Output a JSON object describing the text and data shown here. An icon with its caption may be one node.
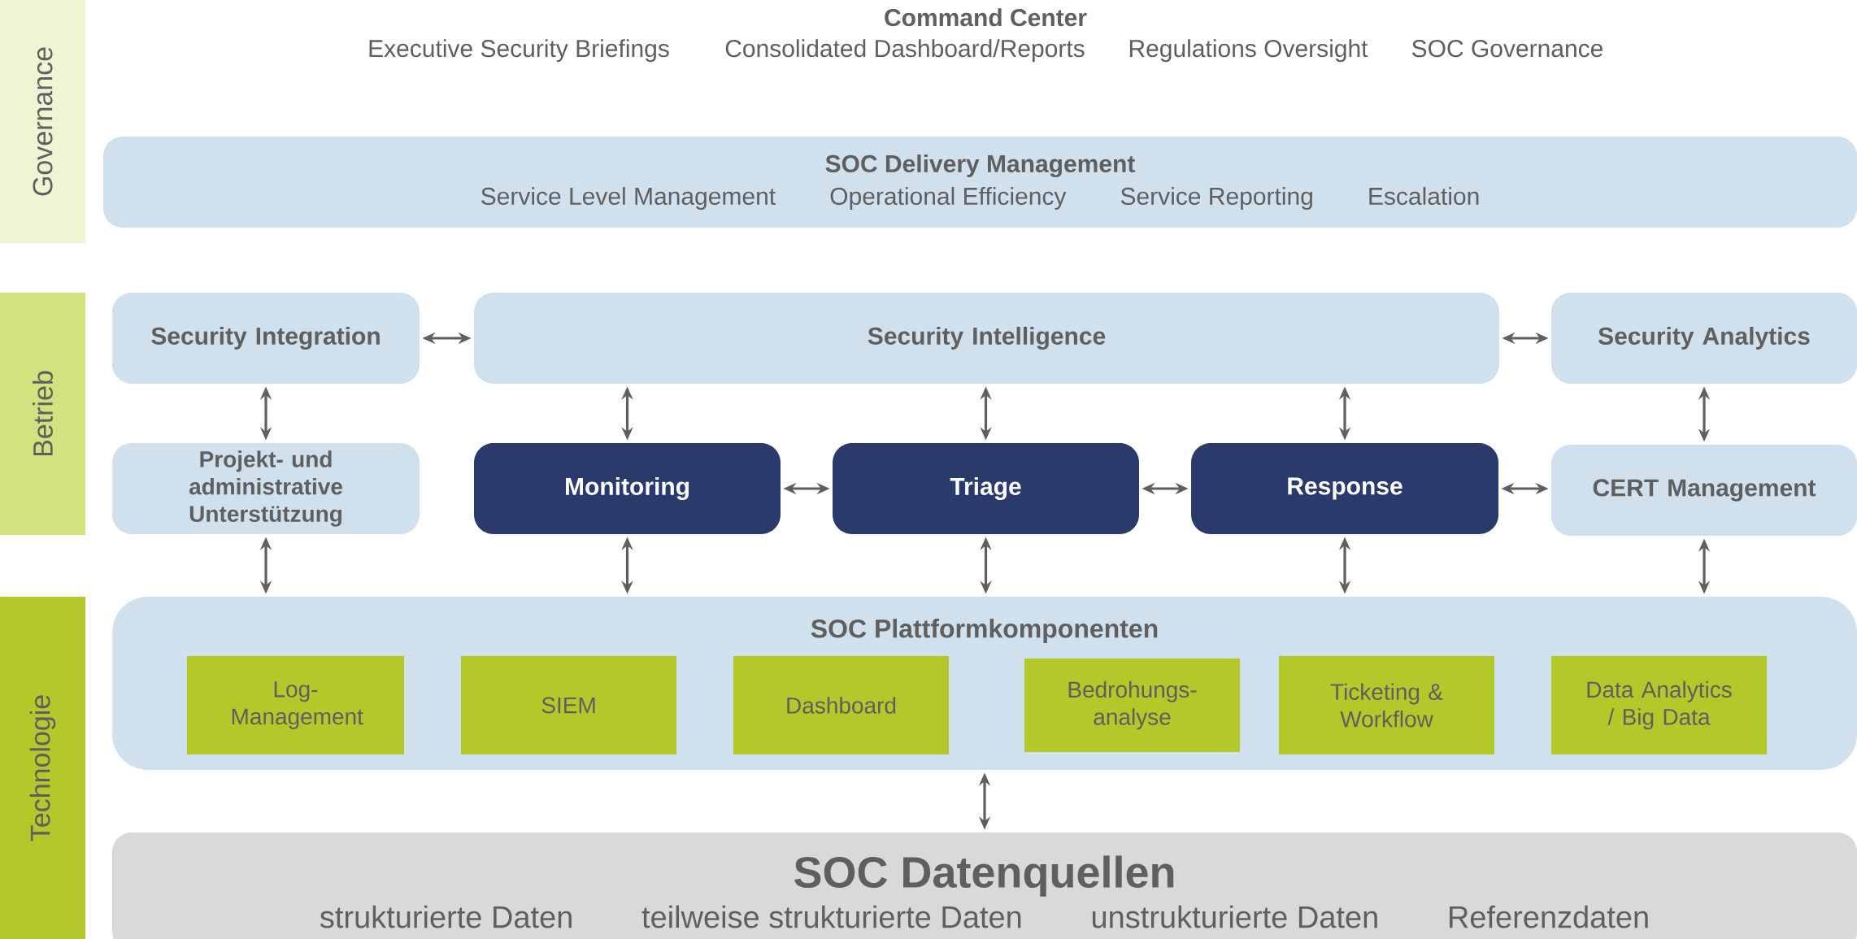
{
  "diagram": {
    "nodes": [
      {
        "text": [
          "Governance"
        ]
      },
      {
        "text": [
          "Betrieb"
        ]
      },
      {
        "text": [
          "Technologie"
        ]
      },
      {
        "text": [
          "SOC Delivery Management",
          "Service Level Management",
          "Operational Efficiency",
          "Service Reporting",
          "Escalation"
        ]
      },
      {
        "text": [
          "Security Integration"
        ]
      },
      {
        "text": [
          "Security Intelligence"
        ]
      },
      {
        "text": [
          "Security Analytics"
        ]
      },
      {
        "text": [
          "Projekt- und administrative Unterstützung"
        ]
      },
      {
        "text": [
          "Monitoring"
        ]
      },
      {
        "text": [
          "Triage"
        ]
      },
      {
        "text": [
          "Response"
        ]
      },
      {
        "text": [
          "CERT Management"
        ]
      },
      {
        "text": [
          "SOC Plattformkomponenten"
        ]
      },
      {
        "text": [
          "Log-Management"
        ],
        "in": 12
      },
      {
        "text": [
          "SIEM"
        ],
        "in": 12
      },
      {
        "text": [
          "Dashboard"
        ],
        "in": 12
      },
      {
        "text": [
          "Bedrohungs-analyse"
        ],
        "in": 12
      },
      {
        "text": [
          "Ticketing & Workflow"
        ],
        "in": 12
      },
      {
        "text": [
          "Data Analytics / Big Data"
        ],
        "in": 12
      },
      {
        "text": [
          "SOC Datenquellen",
          "strukturierte Daten",
          "teilweise strukturierte Daten",
          "unstrukturierte Daten",
          "Referenzdaten"
        ]
      }
    ],
    "edges": [
      {
        "from": 4,
        "to": 5,
        "arrow": "both"
      },
      {
        "from": 5,
        "to": 6,
        "arrow": "both"
      },
      {
        "from": 4,
        "to": 7,
        "arrow": "both"
      },
      {
        "from": 5,
        "to": 8,
        "arrow": "both"
      },
      {
        "from": 5,
        "to": 9,
        "arrow": "both"
      },
      {
        "from": 5,
        "to": 10,
        "arrow": "both"
      },
      {
        "from": 6,
        "to": 11,
        "arrow": "both"
      },
      {
        "from": 8,
        "to": 9,
        "arrow": "both"
      },
      {
        "from": 9,
        "to": 10,
        "arrow": "both"
      },
      {
        "from": 10,
        "to": 11,
        "arrow": "both"
      },
      {
        "from": 7,
        "to": 12,
        "arrow": "both"
      },
      {
        "from": 8,
        "to": 12,
        "arrow": "both"
      },
      {
        "from": 9,
        "to": 12,
        "arrow": "both"
      },
      {
        "from": 10,
        "to": 12,
        "arrow": "both"
      },
      {
        "from": 11,
        "to": 12,
        "arrow": "both"
      },
      {
        "from": 12,
        "to": 19,
        "arrow": "both"
      }
    ],
    "labels": [
      "Command Center",
      "Executive Security Briefings",
      "Consolidated Dashboard/Reports",
      "Regulations Oversight",
      "SOC Governance"
    ]
  }
}
